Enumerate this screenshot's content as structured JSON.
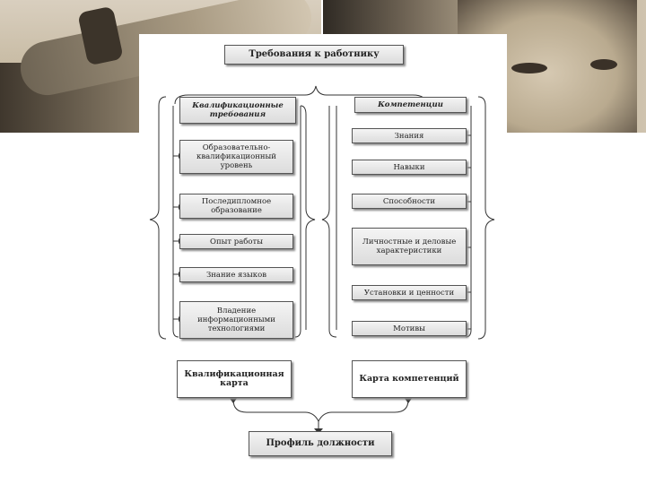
{
  "background": {
    "photo_left": "arm-with-watch-photo",
    "photo_right": "face-photo"
  },
  "diagram": {
    "top": "Требования к работнику",
    "left_header": "Квалификационные требования",
    "right_header": "Компетенции",
    "left_items": [
      "Образовательно-квалификационный уровень",
      "Последипломное образование",
      "Опыт работы",
      "Знание языков",
      "Владение информационными технологиями"
    ],
    "right_items": [
      "Знания",
      "Навыки",
      "Способности",
      "Личностные и деловые характеристики",
      "Установки и ценности",
      "Мотивы"
    ],
    "left_card": "Квалификационная карта",
    "right_card": "Карта компетенций",
    "bottom": "Профиль должности"
  }
}
